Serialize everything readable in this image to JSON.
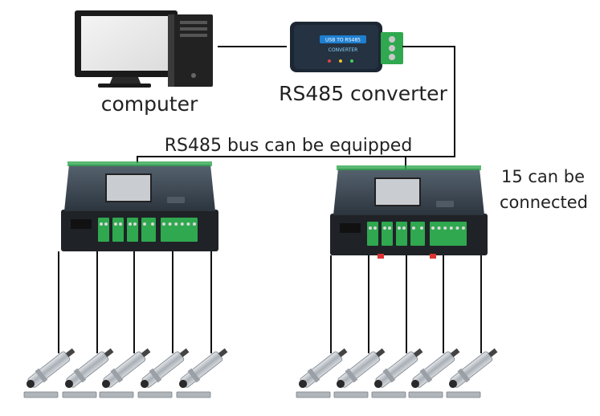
{
  "labels": {
    "computer": "computer",
    "converter": "RS485 converter",
    "bus": "RS485 bus can be equipped",
    "capacity_line1": "15 can be",
    "capacity_line2": "connected"
  },
  "converter_face": {
    "badge": "USB TO RS485",
    "caption": "CONVERTER"
  },
  "colors": {
    "wire": "#111111",
    "terminal_green": "#2fa84f",
    "device_body": "#1f2226",
    "device_lid": "#3a4652",
    "screen": "#c9ccd0",
    "converter_body": "#1c2733",
    "converter_badge": "#1e7fd1",
    "sensor_metal": "#b9bec4"
  },
  "diagram": {
    "hosts": [
      "computer"
    ],
    "converters": [
      "RS485 converter"
    ],
    "acquisition_modules": 2,
    "sensors_per_module": 5
  }
}
